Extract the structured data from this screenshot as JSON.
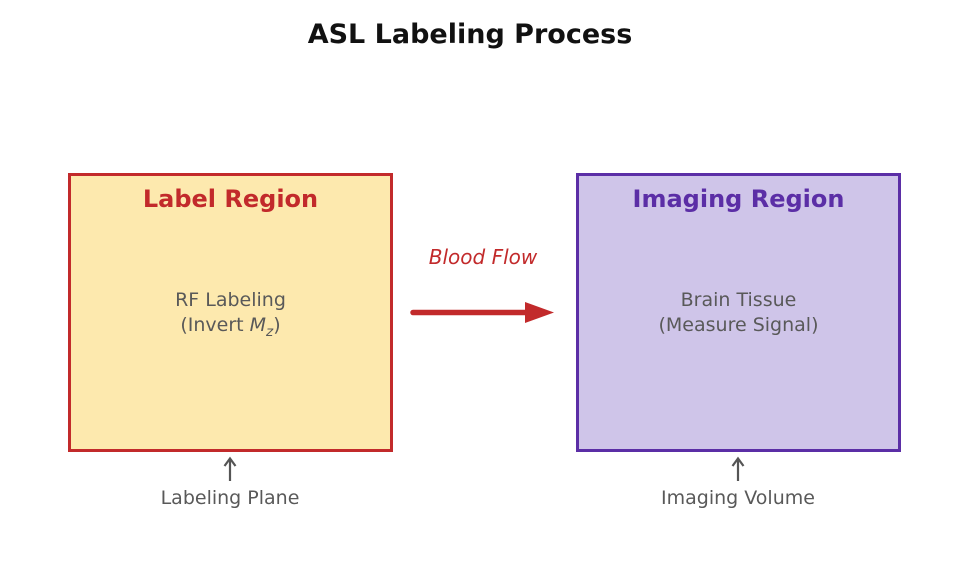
{
  "title": "ASL Labeling Process",
  "boxes": {
    "label": {
      "title": "Label Region",
      "body_line1": "RF Labeling",
      "body_line2_prefix": "(Invert ",
      "body_line2_var": "M",
      "body_line2_sub": "z",
      "body_line2_suffix": ")",
      "caption": "Labeling Plane",
      "fill_color": "#FDE9AE",
      "border_color": "#C22A2B",
      "title_color": "#C22A2B"
    },
    "imaging": {
      "title": "Imaging Region",
      "body_line1": "Brain Tissue",
      "body_line2": "(Measure Signal)",
      "caption": "Imaging Volume",
      "fill_color": "#CFC5E9",
      "border_color": "#5B2EA6",
      "title_color": "#5B2EA6"
    }
  },
  "flow": {
    "label": "Blood Flow",
    "arrow_color": "#C22A2B",
    "label_color": "#C22A2B"
  },
  "annotation": {
    "arrow_color": "#555555",
    "text_color": "#595959"
  },
  "icons": {
    "flow_arrow": "right-arrow-icon",
    "pointer": "up-arrow-icon"
  }
}
